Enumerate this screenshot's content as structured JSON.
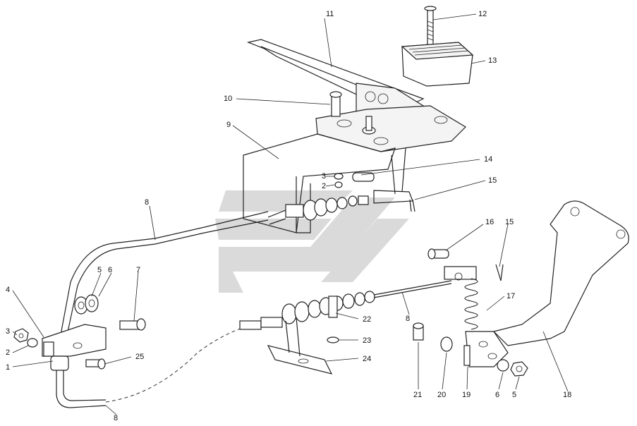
{
  "labels": {
    "l1": "1",
    "l2a": "2",
    "l2b": "2",
    "l3a": "3",
    "l3b": "3",
    "l4": "4",
    "l5a": "5",
    "l5b": "5",
    "l6a": "6",
    "l6b": "6",
    "l7": "7",
    "l8a": "8",
    "l8b": "8",
    "l8c": "8",
    "l9": "9",
    "l10": "10",
    "l11": "11",
    "l12": "12",
    "l13": "13",
    "l14": "14",
    "l15a": "15",
    "l15b": "15",
    "l16": "16",
    "l17": "17",
    "l18": "18",
    "l19": "19",
    "l20": "20",
    "l21": "21",
    "l22": "22",
    "l23": "23",
    "l24": "24",
    "l25": "25"
  },
  "colors": {
    "watermark": "#d4d4d4",
    "ink": "#222222"
  }
}
